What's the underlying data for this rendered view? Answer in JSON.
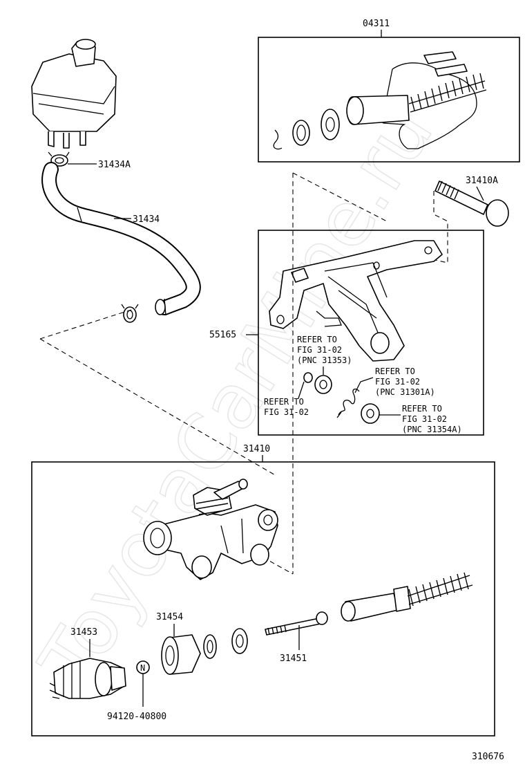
{
  "watermark": "ToyotaCarMine.ru",
  "diagram_id": "310676",
  "labels": {
    "kit_04311": "04311",
    "bolt_31410A": "31410A",
    "clamp_31434A": "31434A",
    "hose_31434": "31434",
    "bracket_55165": "55165",
    "cylinder_31410": "31410",
    "boot_31453": "31453",
    "piston_31454": "31454",
    "rod_31451": "31451",
    "nut_94120": "94120-40800",
    "nut_symbol": "N"
  },
  "refs": {
    "r1": {
      "l1": "REFER TO",
      "l2": "FIG 31-02",
      "l3": "(PNC 31353)"
    },
    "r2": {
      "l1": "REFER TO",
      "l2": "FIG 31-02",
      "l3": "(PNC 31301A)"
    },
    "r3": {
      "l1": "REFER TO",
      "l2": "FIG 31-02"
    },
    "r4": {
      "l1": "REFER TO",
      "l2": "FIG 31-02",
      "l3": "(PNC 31354A)"
    }
  }
}
